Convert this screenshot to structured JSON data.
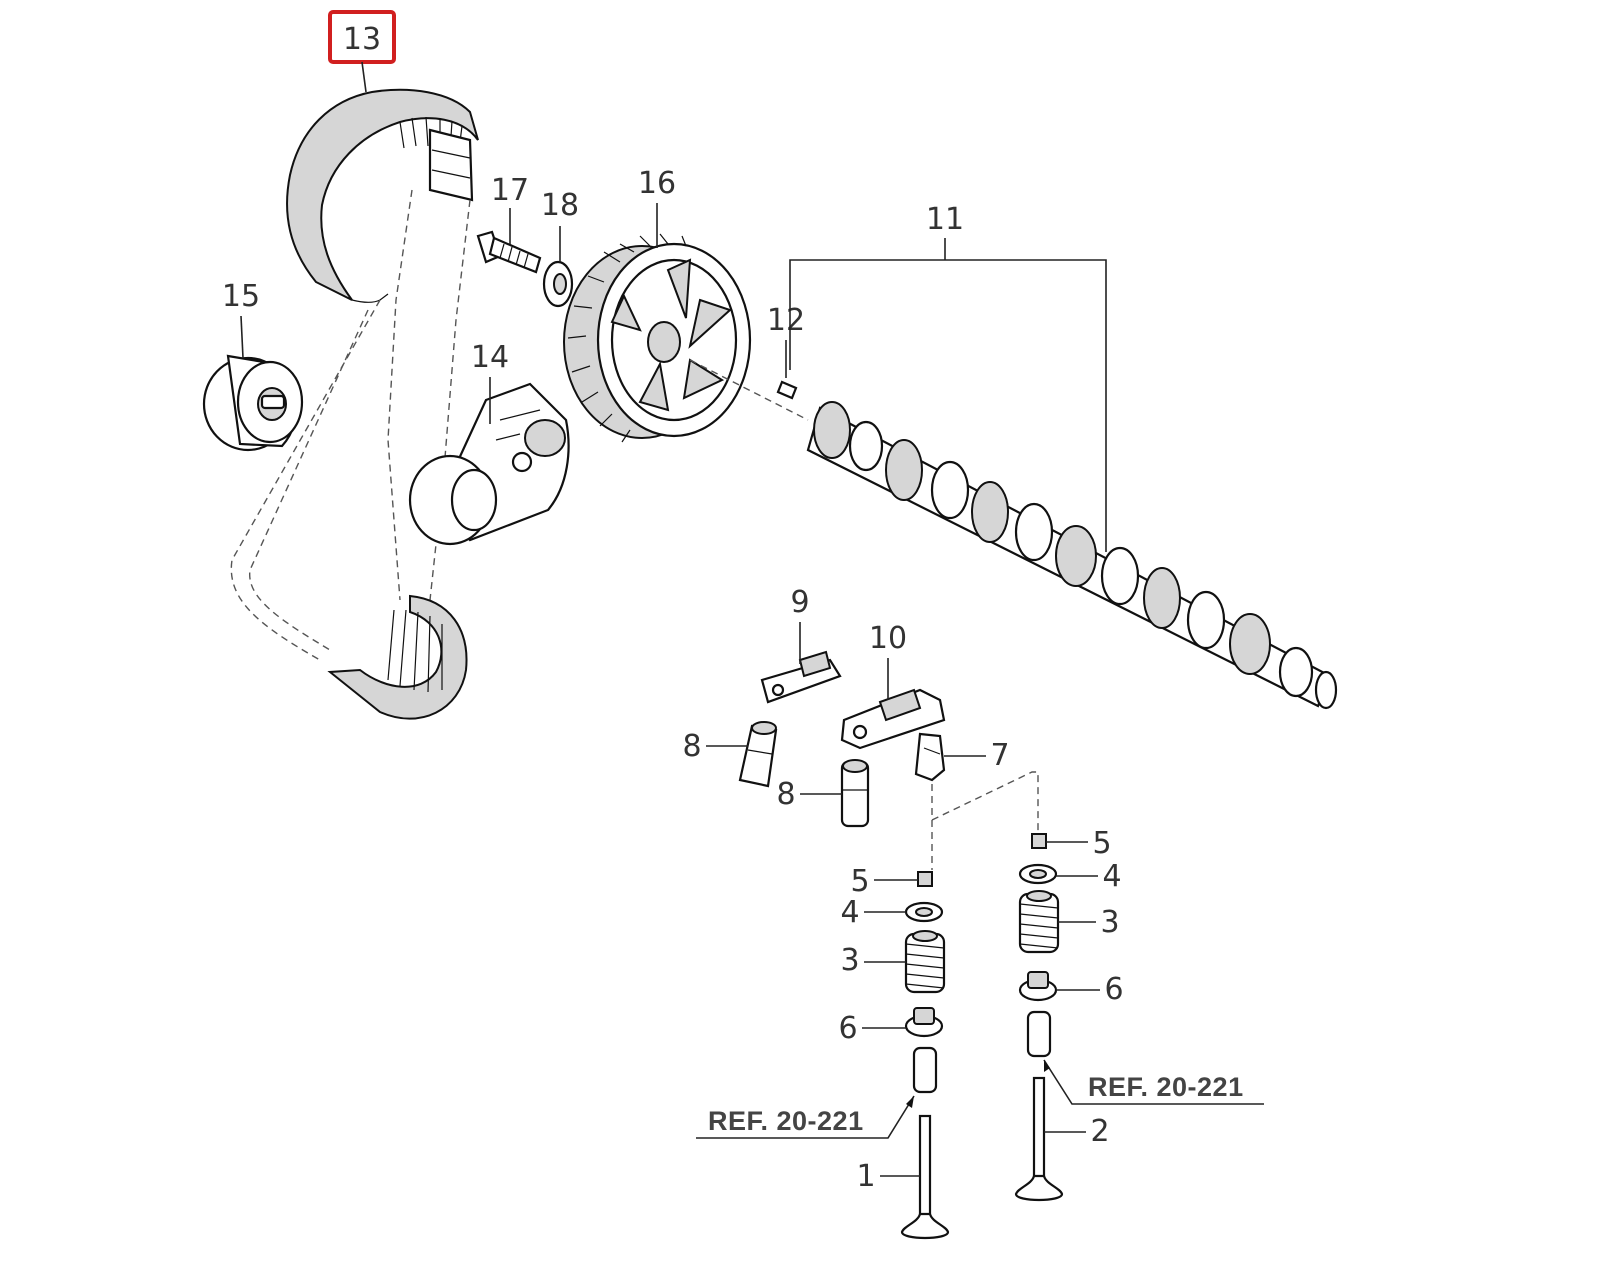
{
  "labels": {
    "belt": "13",
    "idler": "15",
    "tensioner": "14",
    "bolt": "17",
    "washer": "18",
    "sprocket": "16",
    "camshaft": "11",
    "pin": "12",
    "rocker_a": "9",
    "rocker_b": "10",
    "lifter_a": "8",
    "lifter_b": "8",
    "clip": "7",
    "keeper_left": "5",
    "retainer_left": "4",
    "spring_left": "3",
    "seal_left": "6",
    "valve_intake": "1",
    "keeper_right": "5",
    "retainer_right": "4",
    "spring_right": "3",
    "seal_right": "6",
    "valve_exhaust": "2"
  },
  "refs": {
    "left": "REF. 20-221",
    "right": "REF. 20-221"
  },
  "highlight": {
    "part": "13",
    "color": "#d11f1f"
  }
}
